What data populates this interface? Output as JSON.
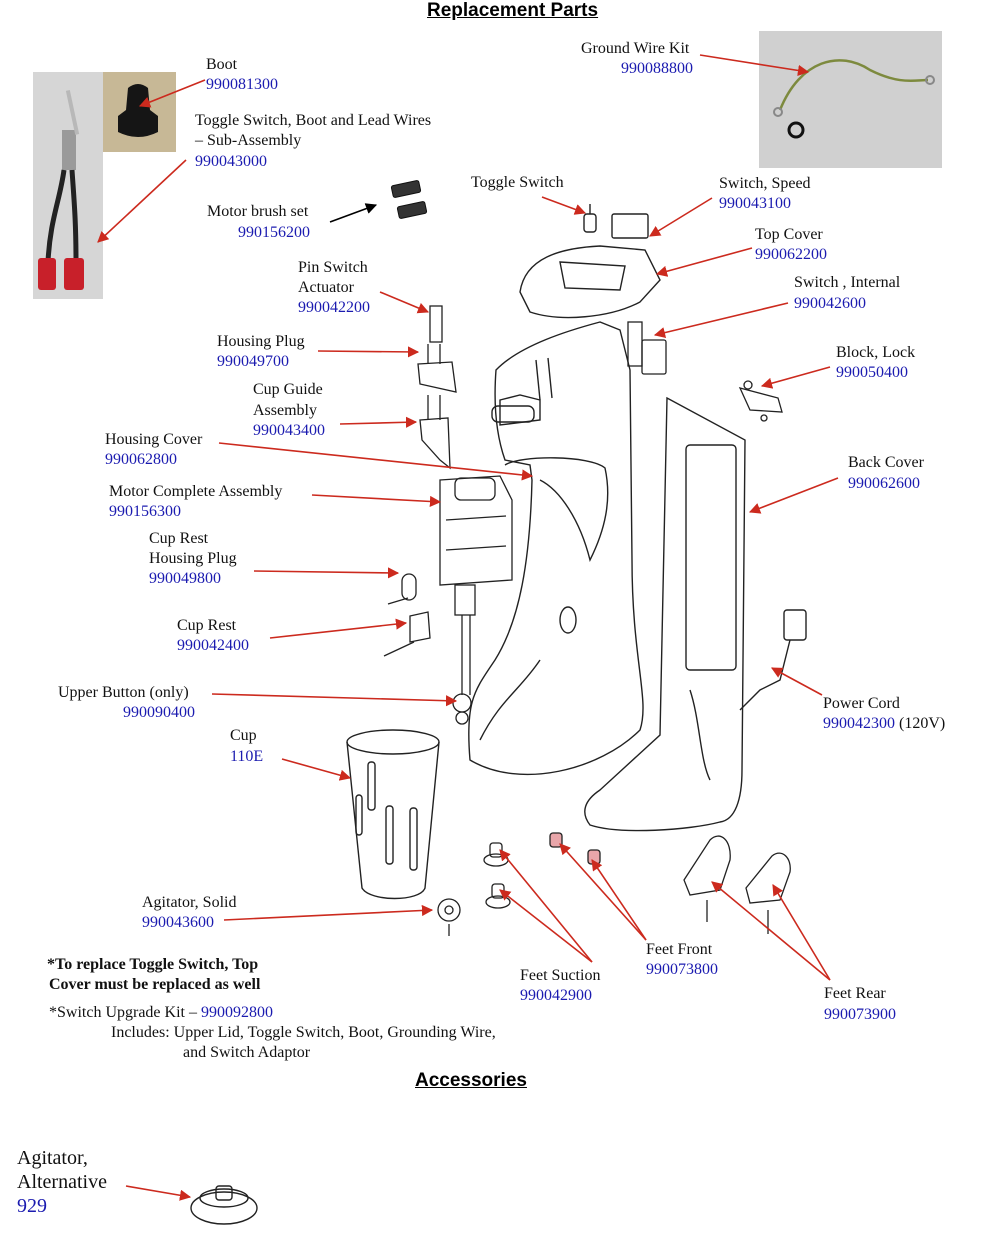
{
  "headings": {
    "replacement": "Replacement Parts",
    "accessories": "Accessories"
  },
  "parts": {
    "boot": {
      "name": "Boot",
      "num": "990081300"
    },
    "toggle_sub": {
      "name1": "Toggle Switch, Boot and Lead Wires",
      "name2": "– Sub-Assembly",
      "num": "990043000"
    },
    "ground_wire": {
      "name": "Ground Wire Kit",
      "num": "990088800"
    },
    "motor_brush": {
      "name": "Motor brush set",
      "num": "990156200"
    },
    "toggle_switch": {
      "name": "Toggle Switch"
    },
    "switch_speed": {
      "name": "Switch, Speed",
      "num": "990043100"
    },
    "top_cover": {
      "name": "Top Cover",
      "num": "990062200"
    },
    "pin_switch": {
      "name1": "Pin Switch",
      "name2": "Actuator",
      "num": "990042200"
    },
    "switch_internal": {
      "name": "Switch , Internal",
      "num": "990042600"
    },
    "housing_plug": {
      "name": "Housing Plug",
      "num": "990049700"
    },
    "block_lock": {
      "name": "Block, Lock",
      "num": "990050400"
    },
    "cup_guide": {
      "name1": "Cup Guide",
      "name2": "Assembly",
      "num": "990043400"
    },
    "housing_cover": {
      "name": "Housing Cover",
      "num": "990062800"
    },
    "back_cover": {
      "name": "Back Cover",
      "num": "990062600"
    },
    "motor_complete": {
      "name": "Motor Complete Assembly",
      "num": "990156300"
    },
    "cup_rest_plug": {
      "name1": "Cup Rest",
      "name2": "Housing Plug",
      "num": "990049800"
    },
    "cup_rest": {
      "name": "Cup Rest",
      "num": "990042400"
    },
    "upper_button": {
      "name": "Upper Button (only)",
      "num": "990090400"
    },
    "power_cord": {
      "name": "Power Cord",
      "num": "990042300",
      "suffix": " (120V)"
    },
    "cup": {
      "name": "Cup",
      "num": "110E"
    },
    "agitator_solid": {
      "name": "Agitator, Solid",
      "num": "990043600"
    },
    "feet_front": {
      "name": "Feet Front",
      "num": "990073800"
    },
    "feet_suction": {
      "name": "Feet Suction",
      "num": "990042900"
    },
    "feet_rear": {
      "name": "Feet Rear",
      "num": "990073900"
    }
  },
  "notes": {
    "warning1": "*To replace Toggle Switch, Top",
    "warning2": "Cover must be replaced as well",
    "kit_prefix": "*Switch Upgrade Kit – ",
    "kit_num": "990092800",
    "includes1": "Includes: Upper Lid, Toggle Switch, Boot, Grounding Wire,",
    "includes2": "and Switch Adaptor"
  },
  "accessory": {
    "name1": "Agitator,",
    "name2": "Alternative",
    "num": "929"
  },
  "colors": {
    "arrow": "#cc2a1e",
    "part_number": "#1b1bb0",
    "leader_black": "#000000"
  }
}
